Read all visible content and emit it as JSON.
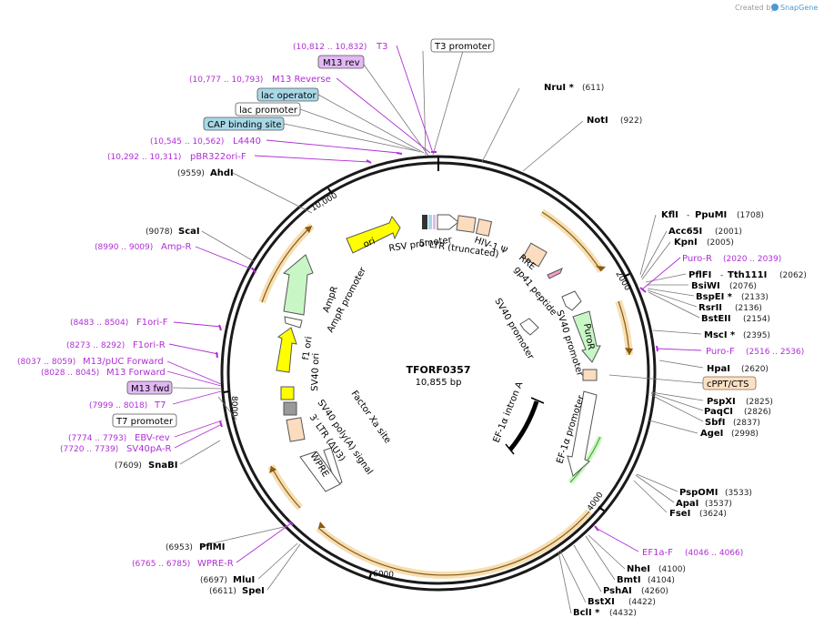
{
  "credit": {
    "prefix": "Created by",
    "brand": "SnapGene"
  },
  "plasmid": {
    "name": "TFORF0357",
    "length": "10,855 bp"
  },
  "ticks": [
    "2000",
    "4000",
    "6000",
    "8000",
    "10,000"
  ],
  "features": {
    "ori": "ori",
    "rsv": "RSV promoter",
    "ltr5": "5′ LTR (truncated)",
    "hiv": "HIV-1 Ψ",
    "rre": "RRE",
    "gp41": "gp41 peptide",
    "sv40p1": "SV40 promoter",
    "sv40p2": "SV40 promoter",
    "puror": "PuroR",
    "ef1a": "EF-1α promoter",
    "intron": "EF-1α intron A",
    "factorxa": "Factor Xa site",
    "sv40polya": "SV40 poly(A) signal",
    "ltr3": "3′ LTR (ΔU3)",
    "wpre": "WPRE",
    "sv40ori": "SV40 ori",
    "f1ori": "f1 ori",
    "ampr": "AmpR",
    "amprp": "AmpR promoter"
  },
  "boxed": {
    "t3promoter": "T3 promoter",
    "m13rev": "M13 rev",
    "lacoperator": "lac operator",
    "lacpromoter": "lac promoter",
    "cap": "CAP binding site",
    "cppt": "cPPT/CTS",
    "m13fwd": "M13 fwd",
    "t7promoter": "T7 promoter"
  },
  "sites": {
    "nrui": {
      "name": "NruI *",
      "pos": "(611)"
    },
    "noti": {
      "name": "NotI",
      "pos": "(922)"
    },
    "kfli": {
      "name": "KflI",
      "name2": "PpuMI",
      "pos": "(1708)"
    },
    "acc65i": {
      "name": "Acc65I",
      "pos": "(2001)"
    },
    "kpni": {
      "name": "KpnI",
      "pos": "(2005)"
    },
    "pflfi": {
      "name": "PflFI",
      "name2": "Tth111I",
      "pos": "(2062)"
    },
    "bsiwi": {
      "name": "BsiWI",
      "pos": "(2076)"
    },
    "bspei": {
      "name": "BspEI *",
      "pos": "(2133)"
    },
    "rsrii": {
      "name": "RsrII",
      "pos": "(2136)"
    },
    "bsteii": {
      "name": "BstEII",
      "pos": "(2154)"
    },
    "msci": {
      "name": "MscI *",
      "pos": "(2395)"
    },
    "hpai": {
      "name": "HpaI",
      "pos": "(2620)"
    },
    "pspxi": {
      "name": "PspXI",
      "pos": "(2825)"
    },
    "paqci": {
      "name": "PaqCI",
      "pos": "(2826)"
    },
    "sbfi": {
      "name": "SbfI",
      "pos": "(2837)"
    },
    "agei": {
      "name": "AgeI",
      "pos": "(2998)"
    },
    "pspomi": {
      "name": "PspOMI",
      "pos": "(3533)"
    },
    "apai": {
      "name": "ApaI",
      "pos": "(3537)"
    },
    "fsei": {
      "name": "FseI",
      "pos": "(3624)"
    },
    "nhei": {
      "name": "NheI",
      "pos": "(4100)"
    },
    "bmti": {
      "name": "BmtI",
      "pos": "(4104)"
    },
    "pshai": {
      "name": "PshAI",
      "pos": "(4260)"
    },
    "bstxi": {
      "name": "BstXI",
      "pos": "(4422)"
    },
    "bcli": {
      "name": "BclI *",
      "pos": "(4432)"
    },
    "ahdi": {
      "name": "AhdI",
      "pos": "(9559)"
    },
    "scai": {
      "name": "ScaI",
      "pos": "(9078)"
    },
    "snabi": {
      "name": "SnaBI",
      "pos": "(7609)"
    },
    "pfimi": {
      "name": "PflMI",
      "pos": "(6953)"
    },
    "mlui": {
      "name": "MluI",
      "pos": "(6697)"
    },
    "spei": {
      "name": "SpeI",
      "pos": "(6611)"
    }
  },
  "primers": {
    "t3": {
      "name": "T3",
      "pos": "(10,812 .. 10,832)"
    },
    "m13reverse": {
      "name": "M13 Reverse",
      "pos": "(10,777 .. 10,793)"
    },
    "l4440": {
      "name": "L4440",
      "pos": "(10,545 .. 10,562)"
    },
    "pbr322": {
      "name": "pBR322ori-F",
      "pos": "(10,292 .. 10,311)"
    },
    "ampr": {
      "name": "Amp-R",
      "pos": "(8990 .. 9009)"
    },
    "f1orif": {
      "name": "F1ori-F",
      "pos": "(8483 .. 8504)"
    },
    "f1orir": {
      "name": "F1ori-R",
      "pos": "(8273 .. 8292)"
    },
    "m13puc": {
      "name": "M13/pUC Forward",
      "pos": "(8037 .. 8059)"
    },
    "m13forward": {
      "name": "M13 Forward",
      "pos": "(8028 .. 8045)"
    },
    "t7": {
      "name": "T7",
      "pos": "(7999 .. 8018)"
    },
    "ebv": {
      "name": "EBV-rev",
      "pos": "(7774 .. 7793)"
    },
    "sv40pa": {
      "name": "SV40pA-R",
      "pos": "(7720 .. 7739)"
    },
    "wprer": {
      "name": "WPRE-R",
      "pos": "(6765 .. 6785)"
    },
    "puror": {
      "name": "Puro-R",
      "pos": "(2020 .. 2039)"
    },
    "purof": {
      "name": "Puro-F",
      "pos": "(2516 .. 2536)"
    },
    "ef1af": {
      "name": "EF1a-F",
      "pos": "(4046 .. 4066)"
    }
  },
  "colors": {
    "primer": "#b02ed6",
    "orf": "#f6dfb4",
    "orfStroke": "#b8862b",
    "yellow": "#ffff00",
    "green": "#c8f7c5",
    "beige": "#fbdcbf",
    "blueBox": "#a8d8e8",
    "purpleBox": "#e2b8f4",
    "cpptBox": "#fbe1c4"
  }
}
